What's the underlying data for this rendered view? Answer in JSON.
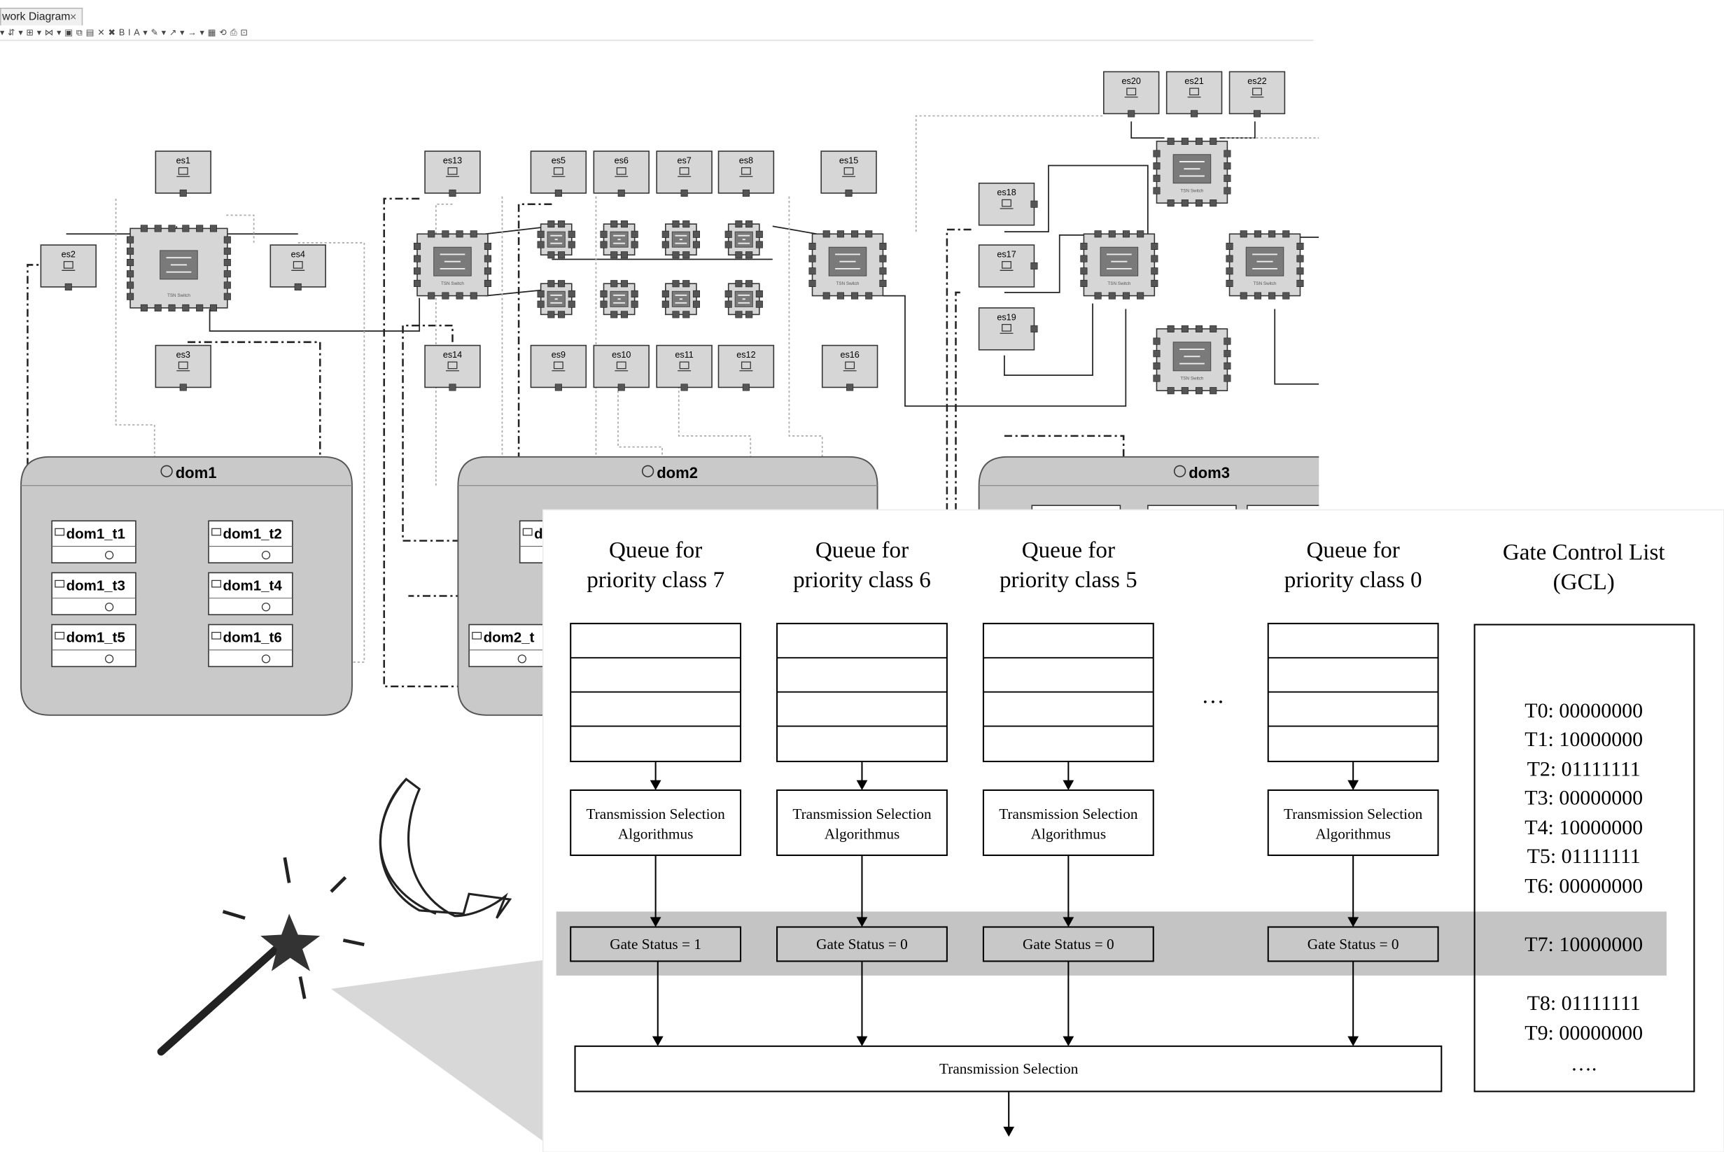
{
  "editor": {
    "tab_title": "work Diagram",
    "toolbar_icons": [
      "select-icon",
      "zoom-icon",
      "layout-icon",
      "route-icon",
      "align-icon",
      "copy-icon",
      "paste-icon",
      "print-icon",
      "delete-icon",
      "cut-icon",
      "bold-icon",
      "italic-icon",
      "font-color-icon",
      "fill-color-icon",
      "line-color-icon",
      "arrow-style-icon",
      "refresh-icon",
      "export-icon"
    ],
    "toolbar_glyphs": [
      "▾",
      "⇵",
      "▾",
      "⊞",
      "▾",
      "⋈",
      "▾",
      "▣",
      "⧉",
      "▤",
      "✕",
      "✖",
      "B",
      "I",
      "A",
      "▾",
      "✎",
      "▾",
      "↗",
      "▾",
      "→",
      "▾",
      "▦",
      "⟲",
      "⎙",
      "⊡"
    ]
  },
  "network": {
    "end_systems": [
      "es1",
      "es2",
      "es3",
      "es4",
      "es5",
      "es6",
      "es7",
      "es8",
      "es9",
      "es10",
      "es11",
      "es12",
      "es13",
      "es14",
      "es15",
      "es16",
      "es17",
      "es18",
      "es19",
      "es20",
      "es21",
      "es22"
    ],
    "switch_label": "TSN Switch",
    "domains": [
      {
        "name": "dom1",
        "tasks": [
          "dom1_t1",
          "dom1_t2",
          "dom1_t3",
          "dom1_t4",
          "dom1_t5",
          "dom1_t6"
        ]
      },
      {
        "name": "dom2",
        "tasks": [
          "d",
          "dom2_t"
        ]
      },
      {
        "name": "dom3",
        "tasks": []
      }
    ]
  },
  "tsn": {
    "queues": [
      {
        "title_line1": "Queue for",
        "title_line2": "priority class 7",
        "tsa_line1": "Transmission Selection",
        "tsa_line2": "Algorithmus",
        "gate": "Gate Status = 1"
      },
      {
        "title_line1": "Queue for",
        "title_line2": "priority class 6",
        "tsa_line1": "Transmission Selection",
        "tsa_line2": "Algorithmus",
        "gate": "Gate Status = 0"
      },
      {
        "title_line1": "Queue for",
        "title_line2": "priority class 5",
        "tsa_line1": "Transmission Selection",
        "tsa_line2": "Algorithmus",
        "gate": "Gate Status = 0"
      },
      {
        "title_line1": "Queue for",
        "title_line2": "priority class 0",
        "tsa_line1": "Transmission Selection",
        "tsa_line2": "Algorithmus",
        "gate": "Gate Status = 0"
      }
    ],
    "ellipsis": "…",
    "gcl_title_line1": "Gate Control List",
    "gcl_title_line2": "(GCL)",
    "gcl_entries": [
      "T0: 00000000",
      "T1: 10000000",
      "T2: 01111111",
      "T3: 00000000",
      "T4: 10000000",
      "T5: 01111111",
      "T6: 00000000",
      "T7: 10000000",
      "T8: 01111111",
      "T9: 00000000"
    ],
    "gcl_more": "….",
    "transmission_selection": "Transmission Selection"
  },
  "colors": {
    "node_fill": "#d6d6d6",
    "switch_icon": "#7a7a7a",
    "domain_fill": "#c9c9c9",
    "highlight_band": "#c4c4c4",
    "gate_fill": "#c8c8c8"
  }
}
